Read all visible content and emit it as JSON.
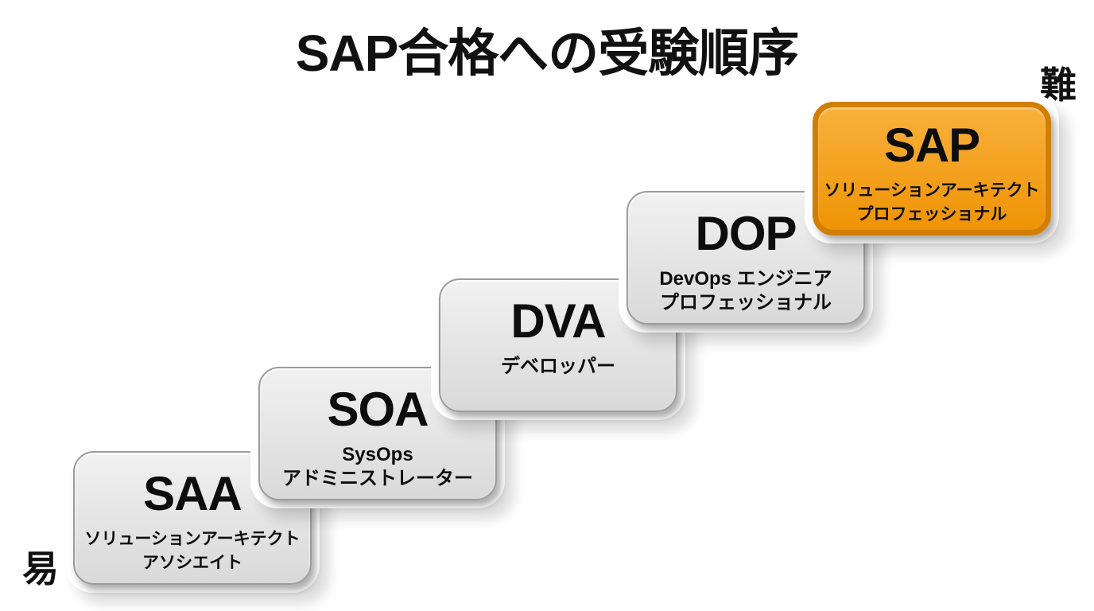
{
  "title": "SAP合格への受験順序",
  "difficulty": {
    "hard_label": "難",
    "easy_label": "易"
  },
  "colors": {
    "highlight_fill_top": "#f8b13c",
    "highlight_fill_bottom": "#ef9305",
    "highlight_border": "#d07f04",
    "card_fill_top": "#f1f1f1",
    "card_fill_bottom": "#d9d9d9",
    "card_border": "#9c9c9c",
    "text": "#0d0d0d",
    "background": "#ffffff"
  },
  "steps": [
    {
      "id": "saa",
      "acronym": "SAA",
      "subtitle_lines": [
        "ソリューションアーキテクト",
        "アソシエイト"
      ],
      "highlight": false
    },
    {
      "id": "soa",
      "acronym": "SOA",
      "subtitle_lines": [
        "SysOps",
        "アドミニストレーター"
      ],
      "highlight": false
    },
    {
      "id": "dva",
      "acronym": "DVA",
      "subtitle_lines": [
        "デベロッパー"
      ],
      "highlight": false
    },
    {
      "id": "dop",
      "acronym": "DOP",
      "subtitle_lines": [
        "DevOps エンジニア",
        "プロフェッショナル"
      ],
      "highlight": false
    },
    {
      "id": "sap",
      "acronym": "SAP",
      "subtitle_lines": [
        "ソリューションアーキテクト",
        "プロフェッショナル"
      ],
      "highlight": true
    }
  ]
}
